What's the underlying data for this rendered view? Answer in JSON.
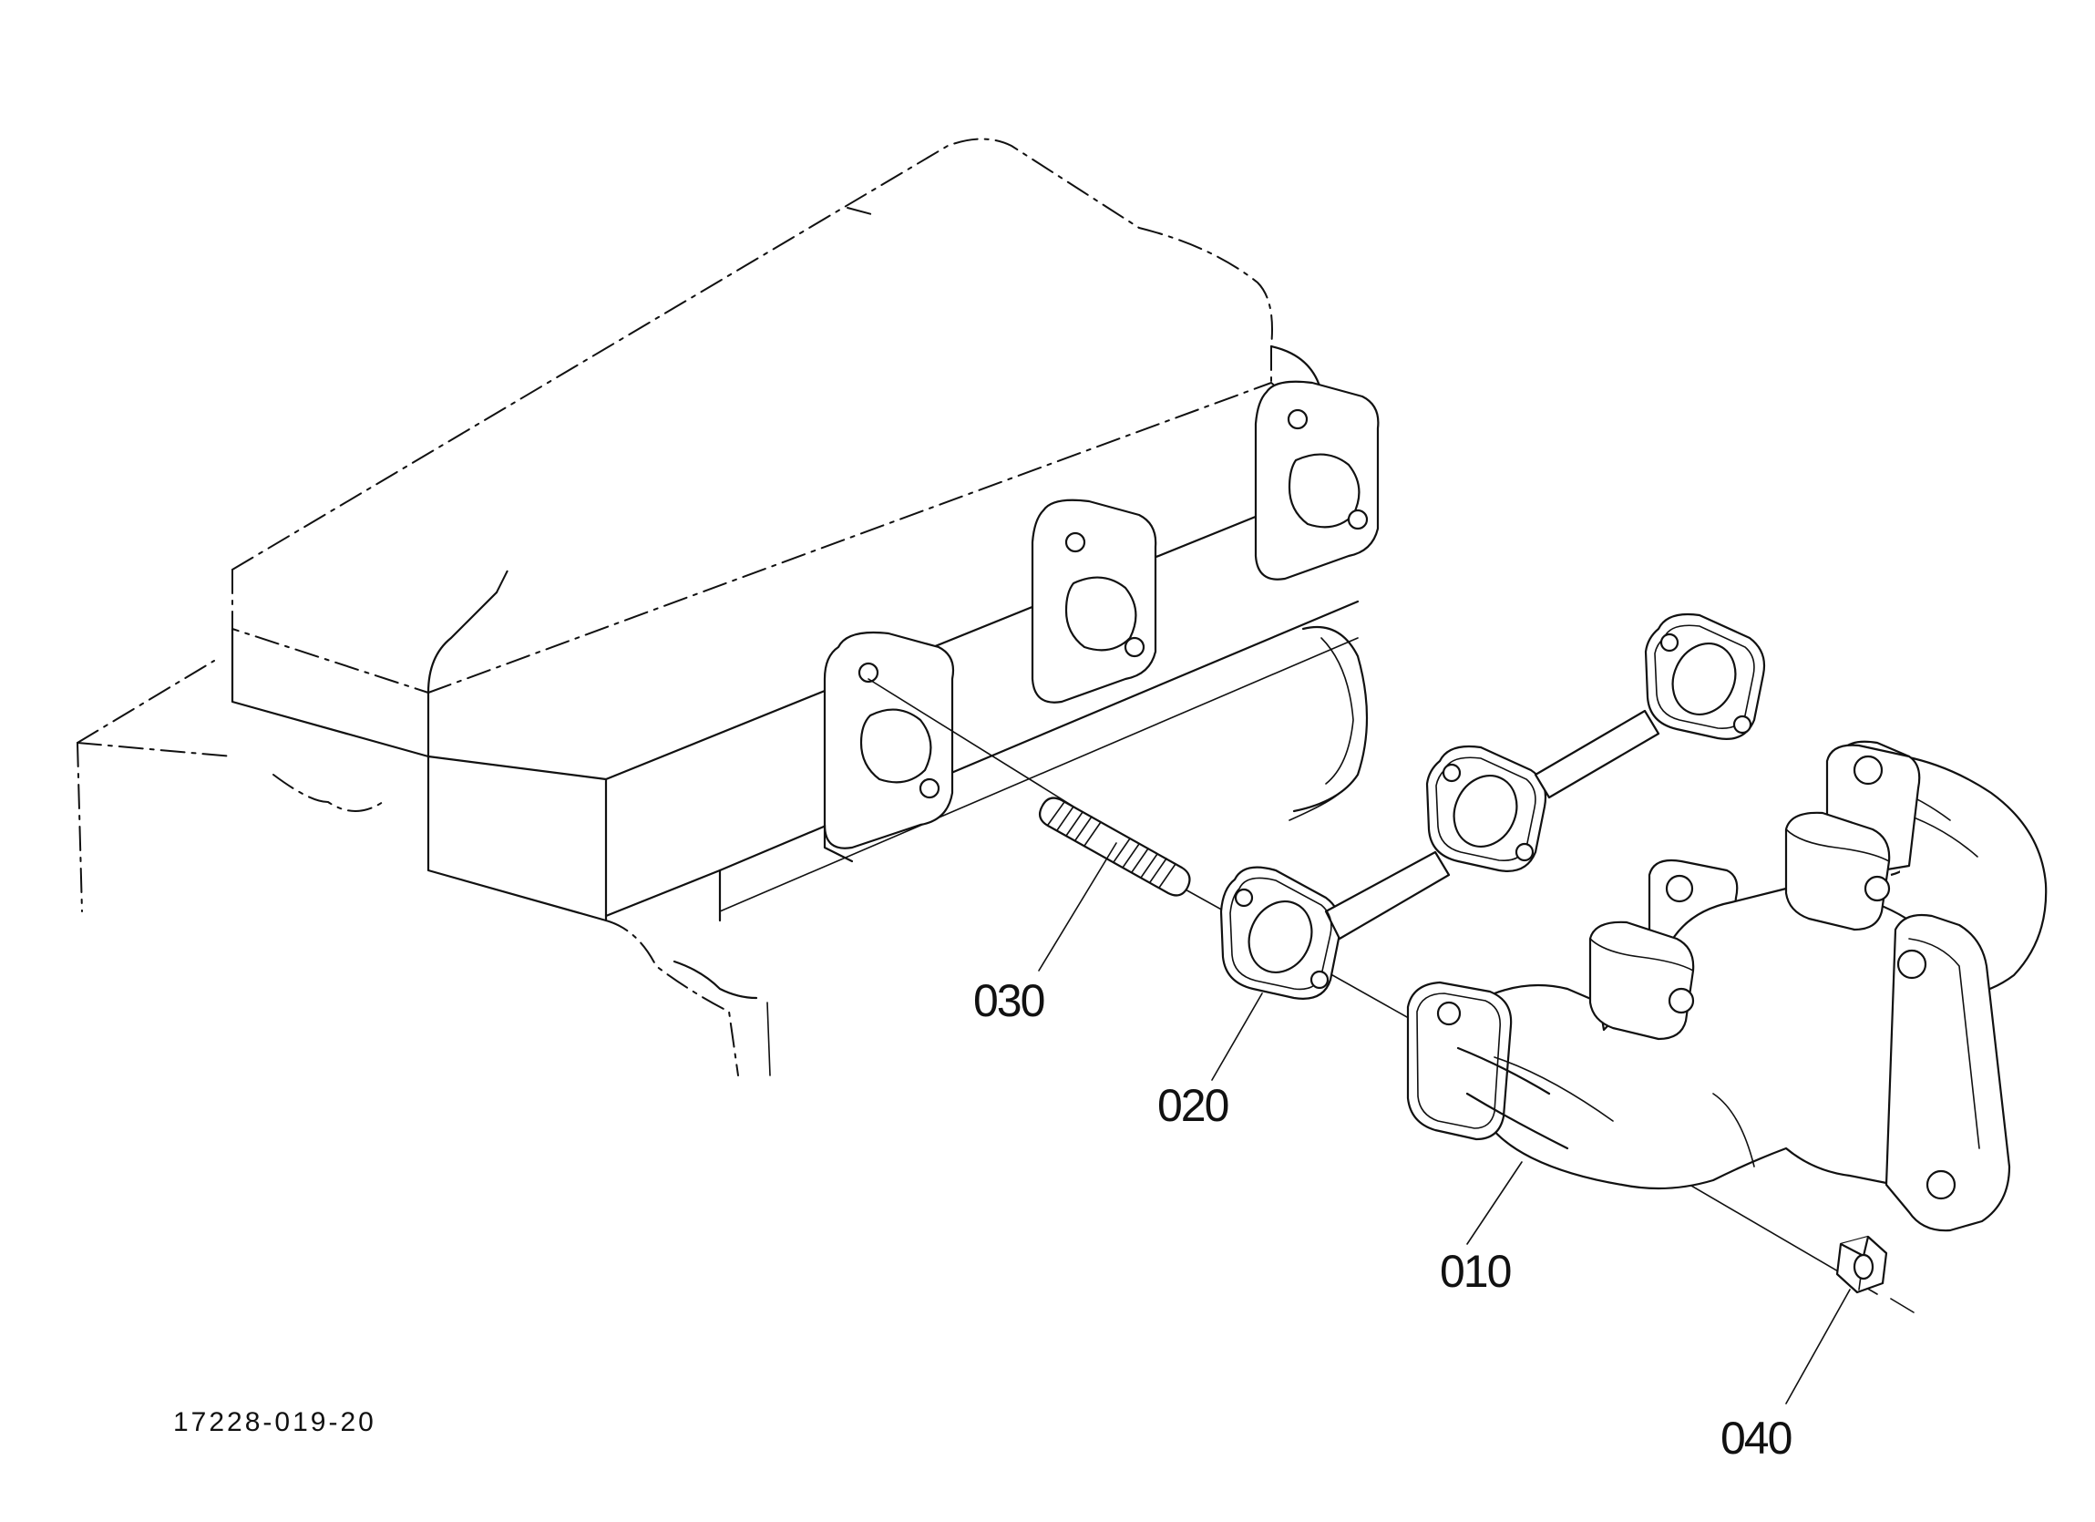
{
  "diagram": {
    "drawing_code": "17228-019-20",
    "parts": [
      {
        "callout": "010",
        "part": "exhaust manifold"
      },
      {
        "callout": "020",
        "part": "manifold gasket"
      },
      {
        "callout": "030",
        "part": "stud bolt"
      },
      {
        "callout": "040",
        "part": "nut"
      }
    ]
  }
}
